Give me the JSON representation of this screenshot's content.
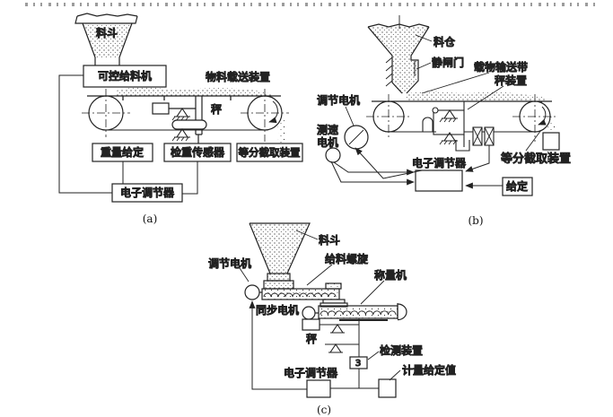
{
  "colors": {
    "ink": "#222222",
    "background": "#ffffff"
  },
  "panels": {
    "a": {
      "caption": "(a)",
      "hopper": "料斗",
      "feeder": "可控给料机",
      "conveyor": "物料载送装置",
      "scale": "秤",
      "weight_setpoint": "重量给定",
      "checkweigh_sensor": "检重传感器",
      "divider": "等分截取装置",
      "regulator": "电子调节器"
    },
    "b": {
      "caption": "(b)",
      "silo": "料仓",
      "gate": "静闸门",
      "belt": "载物输送带",
      "scale_device": "秤装置",
      "adjust_motor": "调节电机",
      "tacho_motor_line1": "测速",
      "tacho_motor_line2": "电机",
      "regulator": "电子调节器",
      "divider": "等分截取装置",
      "setpoint": "给定"
    },
    "c": {
      "caption": "(c)",
      "hopper": "料斗",
      "adjust_motor": "调节电机",
      "feed_screw": "给料螺旋",
      "weigher": "称量机",
      "sync_motor": "同步电机",
      "scale": "秤",
      "detector_tag": "3",
      "detector": "检测装置",
      "regulator": "电子调节器",
      "metering_setpoint": "计量给定值"
    }
  }
}
